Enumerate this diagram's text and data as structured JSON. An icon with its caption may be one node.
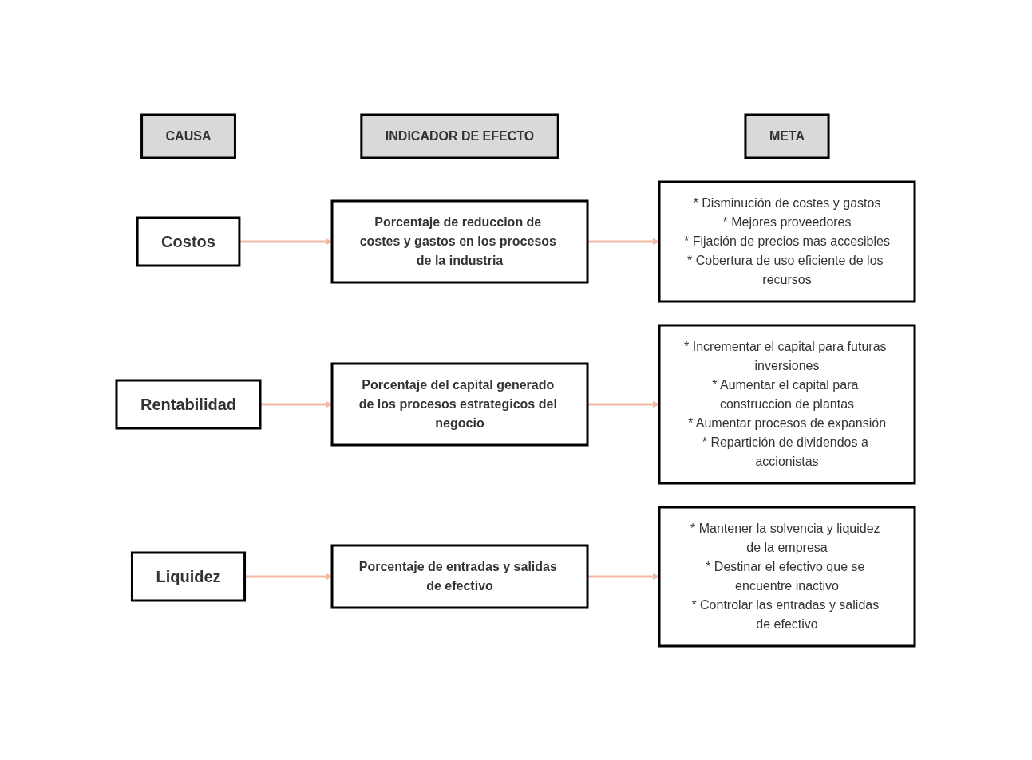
{
  "diagram": {
    "nodes": [
      {
        "text": [
          "CAUSA"
        ]
      },
      {
        "text": [
          "INDICADOR DE EFECTO"
        ]
      },
      {
        "text": [
          "META"
        ]
      },
      {
        "text": [
          "Costos"
        ]
      },
      {
        "text": [
          "Porcentaje de reduccion de costes y gastos en los procesos de la industria"
        ]
      },
      {
        "text": [
          "* Disminución de costes y gastos",
          "* Mejores proveedores",
          "* Fijación de precios mas accesibles",
          "* Cobertura de uso eficiente de los recursos"
        ]
      },
      {
        "text": [
          "Rentabilidad"
        ]
      },
      {
        "text": [
          "Porcentaje del capital generado de los procesos estrategicos del negocio"
        ]
      },
      {
        "text": [
          "* Incrementar el capital para futuras inversiones",
          "* Aumentar el capital para construccion de plantas",
          "* Aumentar procesos de expansión",
          "* Repartición de dividendos a accionistas"
        ]
      },
      {
        "text": [
          "Liquidez"
        ]
      },
      {
        "text": [
          "Porcentaje de entradas y salidas de efectivo"
        ]
      },
      {
        "text": [
          "* Mantener la solvencia y liquidez de la empresa",
          "* Destinar el efectivo que se encuentre inactivo",
          "* Controlar las entradas y salidas de efectivo"
        ]
      }
    ],
    "edges": [
      {
        "from": 3,
        "to": 4,
        "arrow": "to",
        "color": "#f4b9a5"
      },
      {
        "from": 4,
        "to": 5,
        "arrow": "to",
        "color": "#f4b9a5"
      },
      {
        "from": 6,
        "to": 7,
        "arrow": "to",
        "color": "#f4b9a5"
      },
      {
        "from": 7,
        "to": 8,
        "arrow": "to",
        "color": "#f4b9a5"
      },
      {
        "from": 9,
        "to": 10,
        "arrow": "to",
        "color": "#f4b9a5"
      },
      {
        "from": 10,
        "to": 11,
        "arrow": "to",
        "color": "#f4b9a5"
      }
    ]
  }
}
